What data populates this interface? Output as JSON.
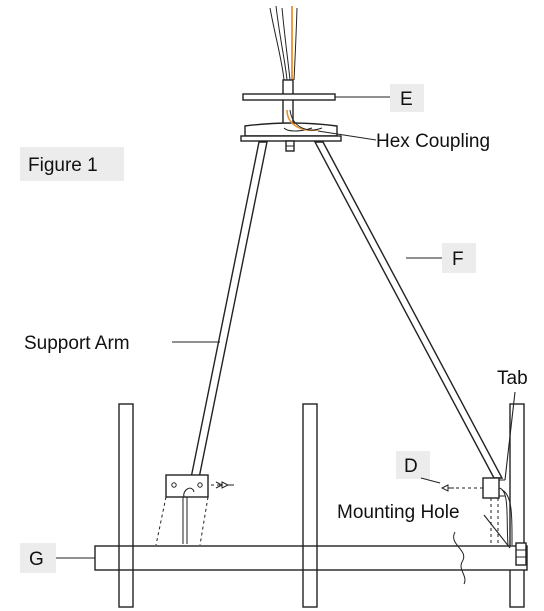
{
  "labels": {
    "figure": "Figure 1",
    "e": "E",
    "hex_coupling": "Hex Coupling",
    "f": "F",
    "support_arm": "Support Arm",
    "tab": "Tab",
    "d": "D",
    "mounting_hole": "Mounting Hole",
    "g": "G"
  },
  "colors": {
    "line": "#222222",
    "wire_orange": "#e8922e",
    "label_box": "#ececec"
  }
}
